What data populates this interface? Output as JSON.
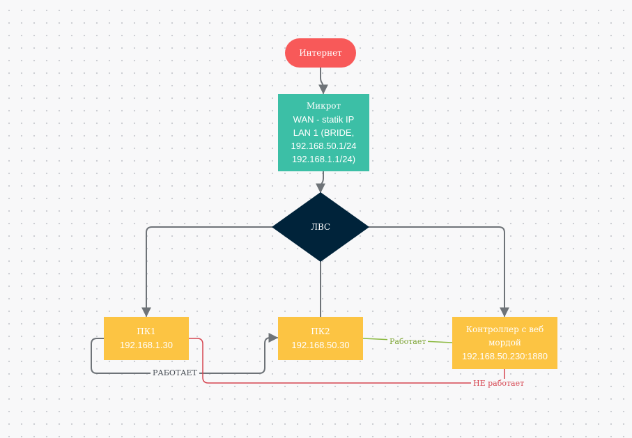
{
  "colors": {
    "internet": "#f85959",
    "router": "#3cbfa6",
    "lan": "#00233a",
    "device": "#fcc443",
    "connector": "#6e7378",
    "works": "#8ab83e",
    "fails": "#d64550"
  },
  "nodes": {
    "internet": {
      "label": "Интернет"
    },
    "mikrot": {
      "title": "Микрот",
      "lines": [
        "WAN - statik IP",
        "LAN 1 (BRIDE,",
        "192.168.50.1/24",
        "192.168.1.1/24)"
      ]
    },
    "lan": {
      "label": "ЛВС"
    },
    "pc1": {
      "title": "ПК1",
      "ip": "192.168.1.30"
    },
    "pc2": {
      "title": "ПК2",
      "ip": "192.168.50.30"
    },
    "controller": {
      "title": "Контроллер  с веб",
      "subtitle": "мордой",
      "ip": "192.168.50.230:1880"
    }
  },
  "edges": {
    "pc1_pc2": "РАБОТАЕТ",
    "pc2_controller": "Работает",
    "pc1_controller": "НЕ работает"
  }
}
